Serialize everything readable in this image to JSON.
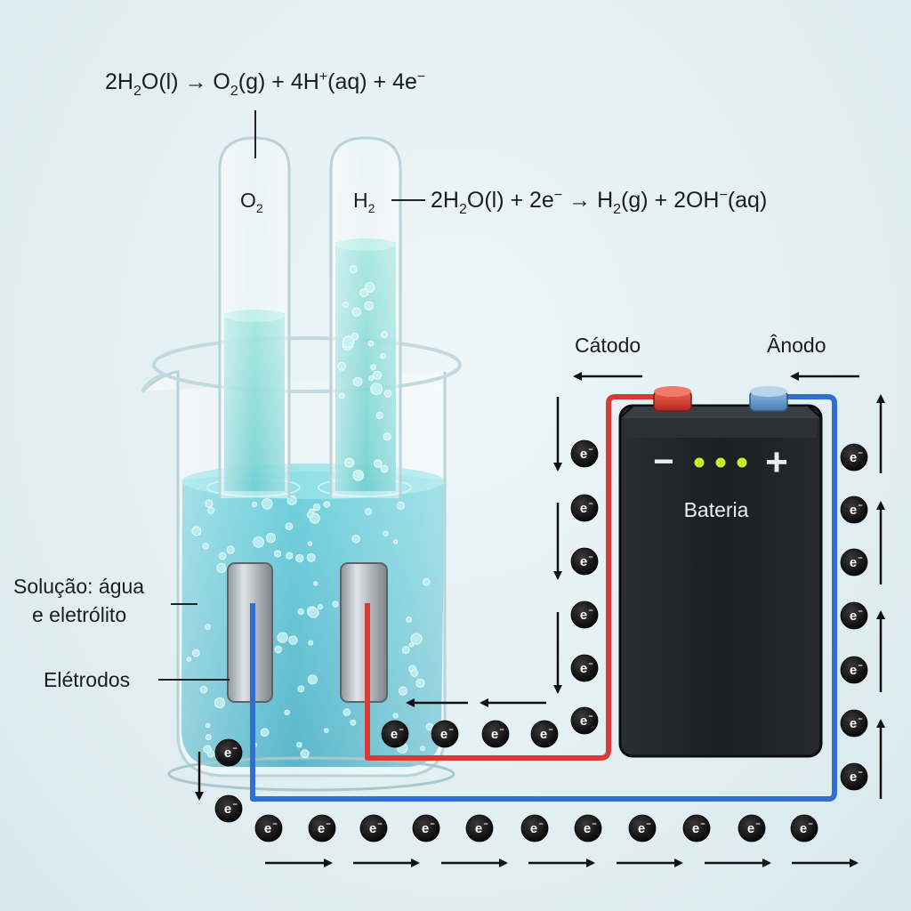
{
  "equations": {
    "anode": {
      "pre": "2H",
      "s1": "2",
      "mid1": "O(l) → O",
      "s2": "2",
      "mid2": "(g) + 4H",
      "sup1": "+",
      "mid3": "(aq) + 4e",
      "sup2": "−"
    },
    "cathode": {
      "pre": "2H",
      "s1": "2",
      "mid1": "O(l) + 2e",
      "sup1": "−",
      "mid2": " → H",
      "s2": "2",
      "mid3": "(g) + 2OH",
      "sup2": "−",
      "end": "(aq)"
    }
  },
  "gases": {
    "o2": {
      "base": "O",
      "sub": "2"
    },
    "h2": {
      "base": "H",
      "sub": "2"
    }
  },
  "labels": {
    "catodo": "Cátodo",
    "anodo": "Ânodo",
    "solution_line1": "Solução: água",
    "solution_line2": "e eletrólito",
    "electrodes": "Elétrodos",
    "battery": "Bateria",
    "battery_minus": "−",
    "battery_plus": "+"
  },
  "electron": {
    "base": "e",
    "sup": "−"
  },
  "colors": {
    "red_wire": "#d93a36",
    "blue_wire": "#2f6fd0",
    "battery_body": "#1d2024",
    "led": "#c6ec2c",
    "water": "#3cb3c8"
  }
}
